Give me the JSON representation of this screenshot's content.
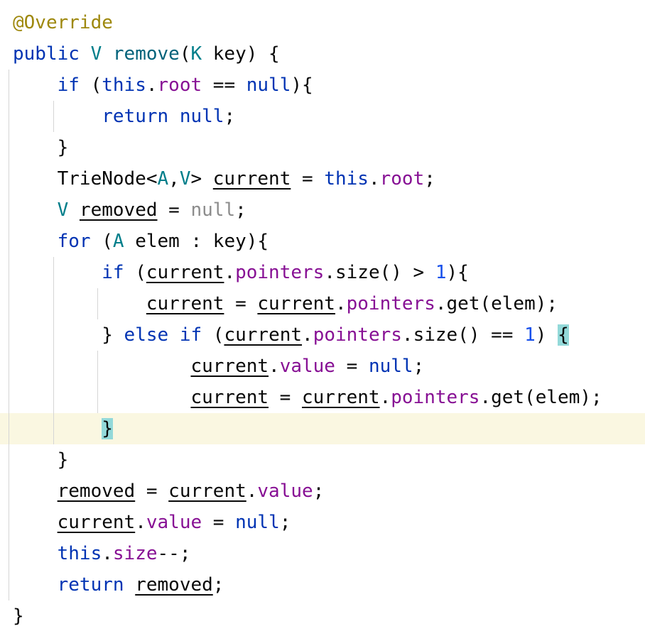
{
  "editor": {
    "description": "Java code in an IDE editor showing a remove(K key) method of a Trie map implementation, with current-line highlight and matched-brace highlights",
    "colors": {
      "editor_bg": "#FFFFFF",
      "current_line": "#FAF7E1",
      "brace_match": "#93D9D9",
      "indent_guide": "#D5D5D5",
      "annotation": "#9E880D",
      "keyword": "#0033B3",
      "type_param": "#007E8A",
      "method_decl": "#00627A",
      "field": "#871094",
      "number": "#1750EB",
      "plain": "#080808",
      "redundant": "#8C8C8C"
    },
    "lines": [
      {
        "tokens": [
          [
            "@Override",
            "ann"
          ]
        ]
      },
      {
        "tokens": [
          [
            "public ",
            "kw"
          ],
          [
            "V",
            "type"
          ],
          [
            " ",
            "p"
          ],
          [
            "remove",
            "mdecl"
          ],
          [
            "(",
            "p"
          ],
          [
            "K",
            "type"
          ],
          [
            " key) {",
            "p"
          ]
        ]
      },
      {
        "tokens": [
          [
            "    ",
            "p"
          ],
          [
            "if",
            "kw"
          ],
          [
            " (",
            "p"
          ],
          [
            "this",
            "kw"
          ],
          [
            ".",
            "p"
          ],
          [
            "root",
            "field"
          ],
          [
            " == ",
            "p"
          ],
          [
            "null",
            "kw"
          ],
          [
            "){",
            "p"
          ]
        ]
      },
      {
        "tokens": [
          [
            "        ",
            "p"
          ],
          [
            "return",
            "kw"
          ],
          [
            " ",
            "p"
          ],
          [
            "null",
            "kw"
          ],
          [
            ";",
            "p"
          ]
        ]
      },
      {
        "tokens": [
          [
            "    }",
            "p"
          ]
        ]
      },
      {
        "tokens": [
          [
            "    TrieNode<",
            "p"
          ],
          [
            "A",
            "type"
          ],
          [
            ",",
            "p"
          ],
          [
            "V",
            "type"
          ],
          [
            "> ",
            "p"
          ],
          [
            "current",
            "var"
          ],
          [
            " = ",
            "p"
          ],
          [
            "this",
            "kw"
          ],
          [
            ".",
            "p"
          ],
          [
            "root",
            "field"
          ],
          [
            ";",
            "p"
          ]
        ]
      },
      {
        "tokens": [
          [
            "    ",
            "p"
          ],
          [
            "V",
            "type"
          ],
          [
            " ",
            "p"
          ],
          [
            "removed",
            "var"
          ],
          [
            " = ",
            "p"
          ],
          [
            "null",
            "gray"
          ],
          [
            ";",
            "p"
          ]
        ]
      },
      {
        "tokens": [
          [
            "    ",
            "p"
          ],
          [
            "for",
            "kw"
          ],
          [
            " (",
            "p"
          ],
          [
            "A",
            "type"
          ],
          [
            " elem : key){",
            "p"
          ]
        ]
      },
      {
        "tokens": [
          [
            "        ",
            "p"
          ],
          [
            "if",
            "kw"
          ],
          [
            " (",
            "p"
          ],
          [
            "current",
            "var"
          ],
          [
            ".",
            "p"
          ],
          [
            "pointers",
            "field"
          ],
          [
            ".size() > ",
            "p"
          ],
          [
            "1",
            "num"
          ],
          [
            "){",
            "p"
          ]
        ]
      },
      {
        "tokens": [
          [
            "            ",
            "p"
          ],
          [
            "current",
            "var"
          ],
          [
            " = ",
            "p"
          ],
          [
            "current",
            "var"
          ],
          [
            ".",
            "p"
          ],
          [
            "pointers",
            "field"
          ],
          [
            ".get(elem);",
            "p"
          ]
        ]
      },
      {
        "tokens": [
          [
            "        } ",
            "p"
          ],
          [
            "else",
            "kw"
          ],
          [
            " ",
            "p"
          ],
          [
            "if",
            "kw"
          ],
          [
            " (",
            "p"
          ],
          [
            "current",
            "var"
          ],
          [
            ".",
            "p"
          ],
          [
            "pointers",
            "field"
          ],
          [
            ".size() == ",
            "p"
          ],
          [
            "1",
            "num"
          ],
          [
            ") ",
            "p"
          ],
          [
            "{",
            "p hl"
          ]
        ]
      },
      {
        "tokens": [
          [
            "                ",
            "p"
          ],
          [
            "current",
            "var"
          ],
          [
            ".",
            "p"
          ],
          [
            "value",
            "field"
          ],
          [
            " = ",
            "p"
          ],
          [
            "null",
            "kw"
          ],
          [
            ";",
            "p"
          ]
        ]
      },
      {
        "tokens": [
          [
            "                ",
            "p"
          ],
          [
            "current",
            "var"
          ],
          [
            " = ",
            "p"
          ],
          [
            "current",
            "var"
          ],
          [
            ".",
            "p"
          ],
          [
            "pointers",
            "field"
          ],
          [
            ".get(elem);",
            "p"
          ]
        ]
      },
      {
        "hl": true,
        "tokens": [
          [
            "        ",
            "p"
          ],
          [
            "}",
            "p hl"
          ]
        ]
      },
      {
        "tokens": [
          [
            "    }",
            "p"
          ]
        ]
      },
      {
        "tokens": [
          [
            "    ",
            "p"
          ],
          [
            "removed",
            "var"
          ],
          [
            " = ",
            "p"
          ],
          [
            "current",
            "var"
          ],
          [
            ".",
            "p"
          ],
          [
            "value",
            "field"
          ],
          [
            ";",
            "p"
          ]
        ]
      },
      {
        "tokens": [
          [
            "    ",
            "p"
          ],
          [
            "current",
            "var"
          ],
          [
            ".",
            "p"
          ],
          [
            "value",
            "field"
          ],
          [
            " = ",
            "p"
          ],
          [
            "null",
            "kw"
          ],
          [
            ";",
            "p"
          ]
        ]
      },
      {
        "tokens": [
          [
            "    ",
            "p"
          ],
          [
            "this",
            "kw"
          ],
          [
            ".",
            "p"
          ],
          [
            "size",
            "field"
          ],
          [
            "--;",
            "p"
          ]
        ]
      },
      {
        "tokens": [
          [
            "    ",
            "p"
          ],
          [
            "return",
            "kw"
          ],
          [
            " ",
            "p"
          ],
          [
            "removed",
            "var"
          ],
          [
            ";",
            "p"
          ]
        ]
      },
      {
        "tokens": [
          [
            "}",
            "p"
          ]
        ]
      }
    ],
    "guides": [
      {
        "col": 0,
        "from": 3,
        "to": 19
      },
      {
        "col": 4,
        "from": 4,
        "to": 4
      },
      {
        "col": 4,
        "from": 9,
        "to": 14
      },
      {
        "col": 8,
        "from": 10,
        "to": 10
      },
      {
        "col": 8,
        "from": 12,
        "to": 13
      }
    ]
  }
}
